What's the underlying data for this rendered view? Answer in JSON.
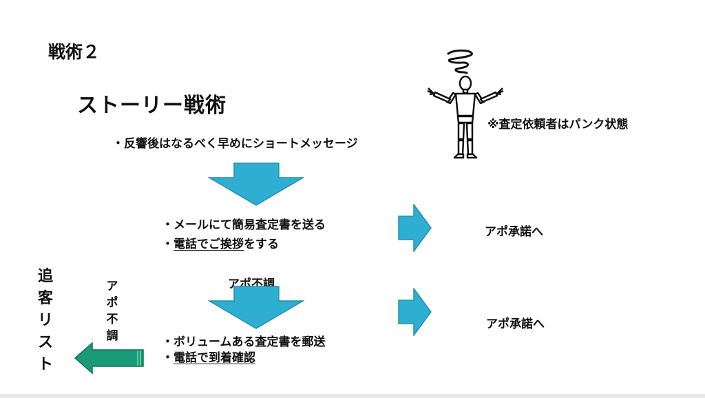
{
  "slide": {
    "heading": "戦術２",
    "title": "ストーリー戦術",
    "step1": "・反響後はなるべく早めにショートメッセージ",
    "step2": {
      "line1": "・メールにて簡易査定書を送る",
      "line2_prefix": "・",
      "line2_underlined": "電話でご挨拶",
      "line2_suffix": "をする"
    },
    "appo_fail_1": "アポ不調",
    "step3": {
      "line1": "・ボリュームある査定書を郵送",
      "line2_prefix": "・",
      "line2_underlined": "電話で到着確認"
    },
    "appo_ok_1": "アポ承諾へ",
    "appo_ok_2": "アポ承諾へ",
    "note": "※査定依頼者はパンク状態",
    "side_fail": [
      "ア",
      "ポ",
      "不",
      "調"
    ],
    "follow_list": [
      "追",
      "客",
      "リ",
      "ス",
      "ト"
    ]
  },
  "colors": {
    "blue_arrow": "#2eaed0",
    "blue_arrow_stroke": "#2590ad",
    "green_arrow": "#1a9b77",
    "green_arrow_stroke": "#136f55"
  },
  "icons": {
    "figure": "confused-figure-icon",
    "swirl": "stress-swirl-icon"
  }
}
